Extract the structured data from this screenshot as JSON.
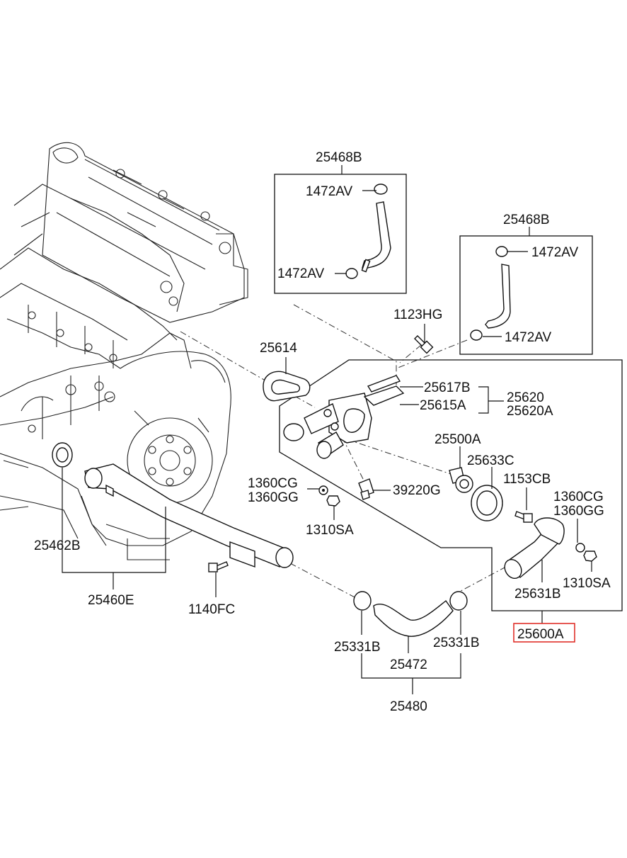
{
  "highlight_color": "#e0302a",
  "labels": {
    "p25468B_top": "25468B",
    "p1472AV_a": "1472AV",
    "p1472AV_b": "1472AV",
    "p25468B_right": "25468B",
    "p1472AV_c": "1472AV",
    "p1472AV_d": "1472AV",
    "p1123HG": "1123HG",
    "p25614": "25614",
    "p25617B": "25617B",
    "p25620": "25620",
    "p25615A": "25615A",
    "p25620A": "25620A",
    "p25500A": "25500A",
    "p25633C": "25633C",
    "p1153CB": "1153CB",
    "p1360CG_left": "1360CG",
    "p1360GG_left": "1360GG",
    "p39220G": "39220G",
    "p1360CG_right": "1360CG",
    "p1360GG_right": "1360GG",
    "p1310SA_left": "1310SA",
    "p25462B": "25462B",
    "p25631B": "25631B",
    "p1310SA_right": "1310SA",
    "p25460E": "25460E",
    "p1140FC": "1140FC",
    "p25600A": "25600A",
    "p25331B_left": "25331B",
    "p25331B_right": "25331B",
    "p25472": "25472",
    "p25480": "25480"
  }
}
